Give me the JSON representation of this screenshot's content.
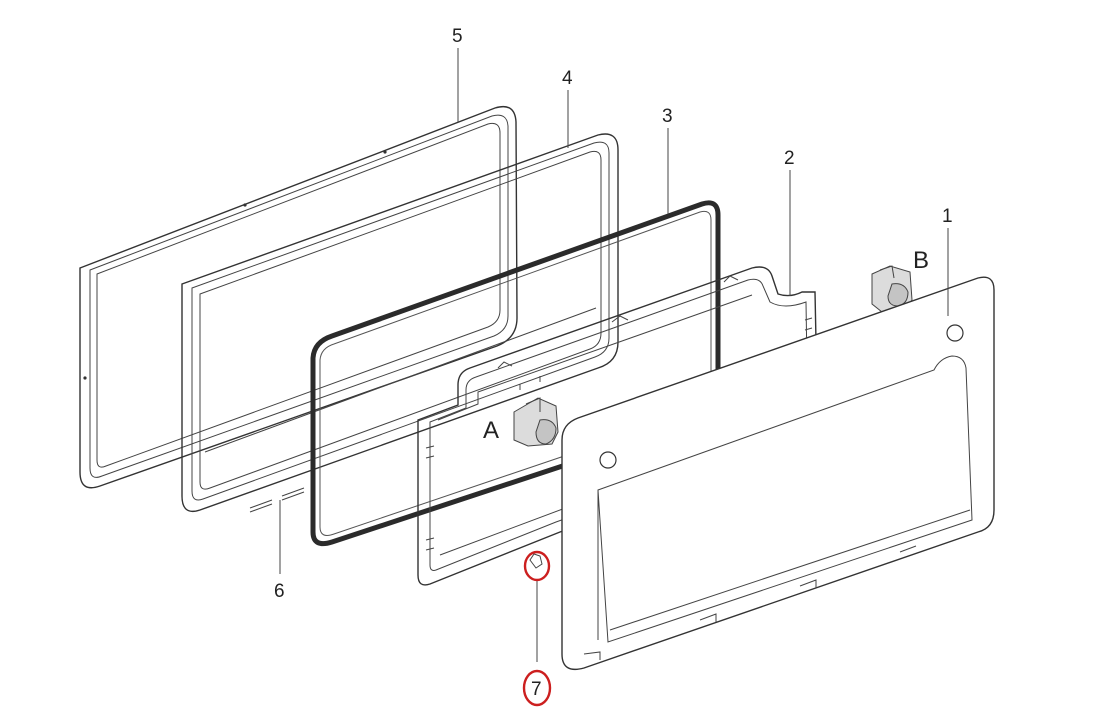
{
  "labels": {
    "part1": "1",
    "part2": "2",
    "part3": "3",
    "part4": "4",
    "part5": "5",
    "part6": "6",
    "part7": "7",
    "detailA": "A",
    "detailB": "B"
  },
  "colors": {
    "line": "#333333",
    "seal": "#2b2b2b",
    "highlight": "#cc1f1f",
    "clip": "#d9d9d9"
  }
}
